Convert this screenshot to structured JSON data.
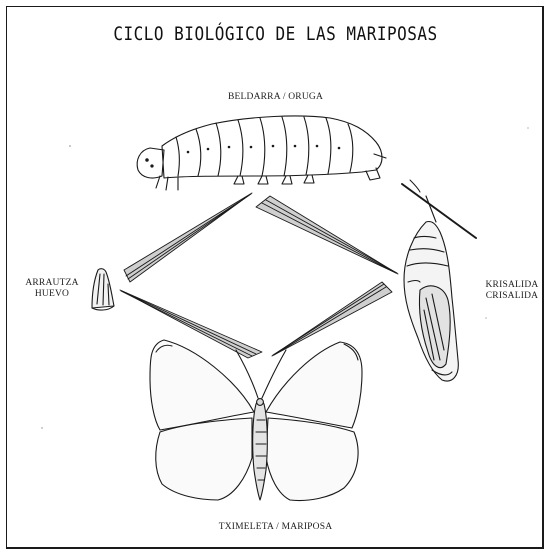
{
  "title": "CICLO BIOLÓGICO DE LAS MARIPOSAS",
  "stages": {
    "larva": {
      "label": "BELDARRA / ORUGA"
    },
    "egg": {
      "label_line1": "ARRAUTZA",
      "label_line2": "HUEVO"
    },
    "pupa": {
      "label_line1": "KRISALIDA",
      "label_line2": "CRISALIDA"
    },
    "adult": {
      "label": "TXIMELETA / MARIPOSA"
    }
  },
  "colors": {
    "ink": "#1a1a1a",
    "paper": "#ffffff",
    "shade": "#c8c8c8"
  }
}
